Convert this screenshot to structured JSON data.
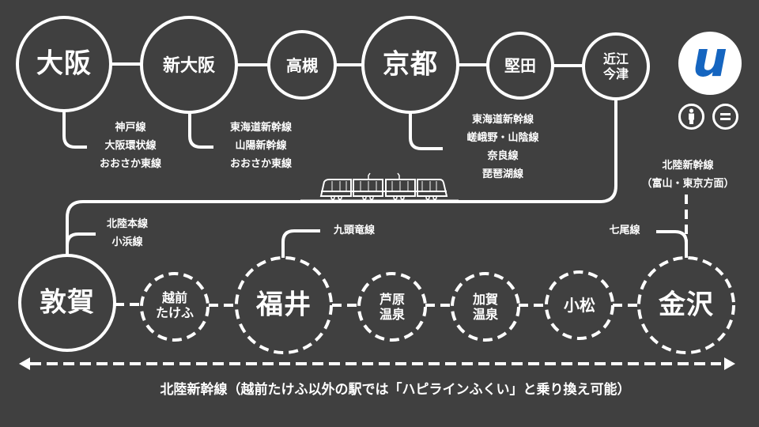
{
  "colors": {
    "background": "#404040",
    "line": "#ffffff",
    "logo_bg": "#ffffff",
    "logo_accent": "#1565c0"
  },
  "logo": {
    "glyph": "u",
    "icons": [
      "info-person-icon",
      "equals-icon"
    ]
  },
  "stations": {
    "osaka": {
      "name": "大阪",
      "lines": [
        "神戸線",
        "大阪環状線",
        "おおさか東線"
      ]
    },
    "shin_osaka": {
      "name": "新大阪",
      "lines": [
        "東海道新幹線",
        "山陽新幹線",
        "おおさか東線"
      ]
    },
    "takatsuki": {
      "name": "高槻"
    },
    "kyoto": {
      "name": "京都",
      "lines": [
        "東海道新幹線",
        "嵯峨野・山陰線",
        "奈良線",
        "琵琶湖線"
      ]
    },
    "katata": {
      "name": "堅田"
    },
    "omi_imazu": {
      "name_line1": "近江",
      "name_line2": "今津"
    },
    "tsuruga": {
      "name": "敦賀",
      "lines": [
        "北陸本線",
        "小浜線"
      ]
    },
    "echizen_takefu": {
      "name_line1": "越前",
      "name_line2": "たけふ"
    },
    "fukui": {
      "name": "福井",
      "lines": [
        "九頭竜線"
      ]
    },
    "awara_onsen": {
      "name_line1": "芦原",
      "name_line2": "温泉"
    },
    "kaga_onsen": {
      "name_line1": "加賀",
      "name_line2": "温泉"
    },
    "komatsu": {
      "name": "小松"
    },
    "kanazawa": {
      "name": "金沢",
      "lines": [
        "七尾線"
      ]
    }
  },
  "shinkansen_direction": {
    "line1": "北陸新幹線",
    "line2": "（富山・東京方面）"
  },
  "footer": {
    "text": "北陸新幹線（越前たけふ以外の駅では「ハピラインふくい」と乗り換え可能）"
  },
  "train_icon": "tram-icon"
}
